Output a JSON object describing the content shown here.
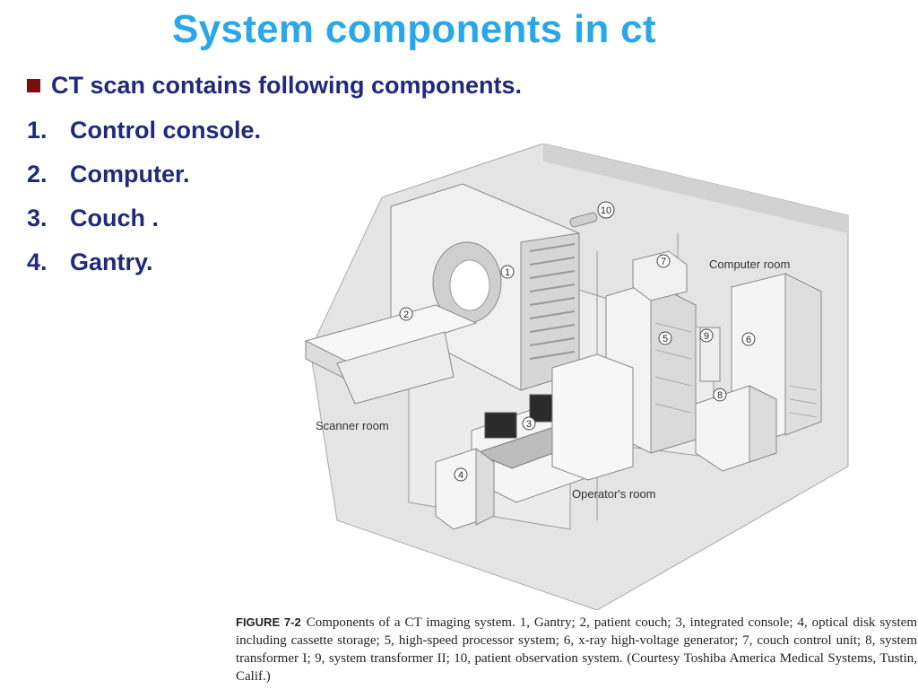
{
  "title": "System components in ct",
  "intro": "CT scan contains  following components.",
  "items": [
    {
      "num": "1.",
      "text": "Control console."
    },
    {
      "num": "2.",
      "text": "Computer."
    },
    {
      "num": "3.",
      "text": "Couch ."
    },
    {
      "num": "4.",
      "text": "Gantry."
    }
  ],
  "figure": {
    "room_labels": {
      "scanner": "Scanner room",
      "computer": "Computer room",
      "operator": "Operator's room"
    },
    "markers": [
      "1",
      "2",
      "3",
      "4",
      "5",
      "6",
      "7",
      "8",
      "9",
      "10"
    ]
  },
  "caption": {
    "label": "FIGURE 7-2",
    "text": "Components of a CT imaging system. 1, Gantry; 2, patient couch; 3, integrated console; 4, optical disk system including cassette storage; 5, high-speed processor system; 6, x-ray high-voltage generator; 7, couch control unit; 8, system transformer I; 9, system transformer II; 10, patient observation system. (Courtesy Toshiba America Medical Systems, Tustin, Calif.)"
  }
}
